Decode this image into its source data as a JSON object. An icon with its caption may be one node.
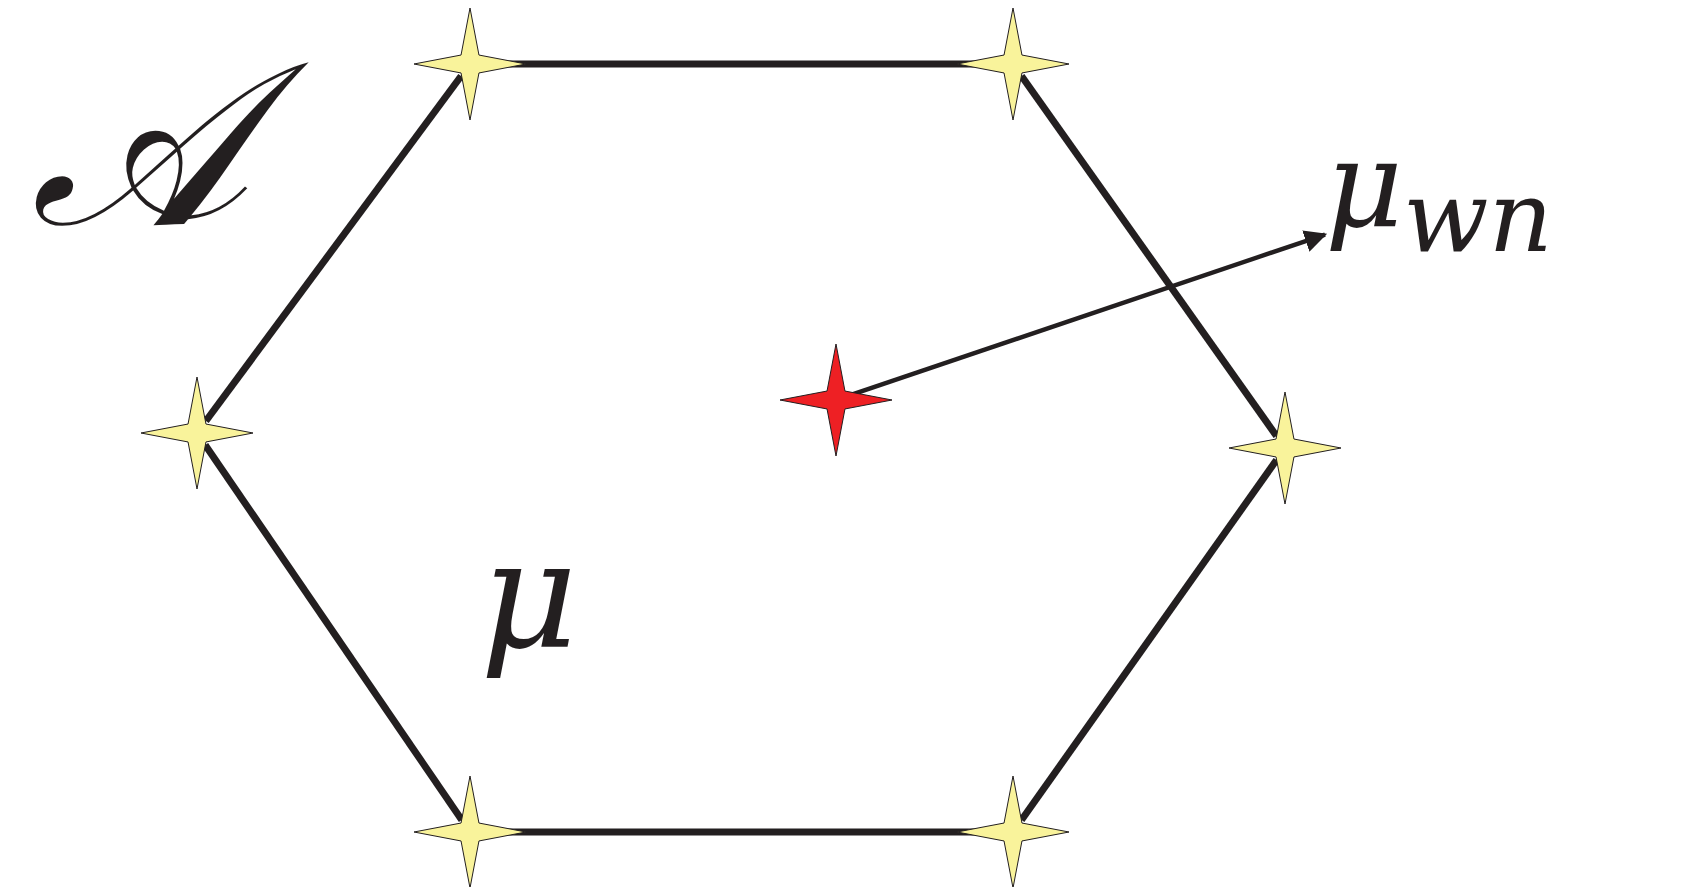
{
  "diagram": {
    "nodes": [
      {
        "text": [],
        "shape": "star"
      },
      {
        "text": [],
        "shape": "star"
      },
      {
        "text": [
          "μ$_{wn}$"
        ]
      },
      {
        "text": [],
        "shape": "star"
      },
      {
        "text": [],
        "shape": "star"
      },
      {
        "text": [],
        "shape": "star"
      },
      {
        "text": [],
        "shape": "star"
      },
      {
        "text": [],
        "shape": "star"
      }
    ],
    "edges": [
      {
        "from": 0,
        "to": 1,
        "arrow": "none"
      },
      {
        "from": 1,
        "to": 5,
        "arrow": "none"
      },
      {
        "from": 5,
        "to": 7,
        "arrow": "none"
      },
      {
        "from": 7,
        "to": 6,
        "arrow": "none"
      },
      {
        "from": 6,
        "to": 3,
        "arrow": "none"
      },
      {
        "from": 3,
        "to": 0,
        "arrow": "none"
      },
      {
        "from": 4,
        "to": 2,
        "arrow": "to"
      }
    ],
    "labels": [
      "𝒜",
      "μ"
    ]
  }
}
